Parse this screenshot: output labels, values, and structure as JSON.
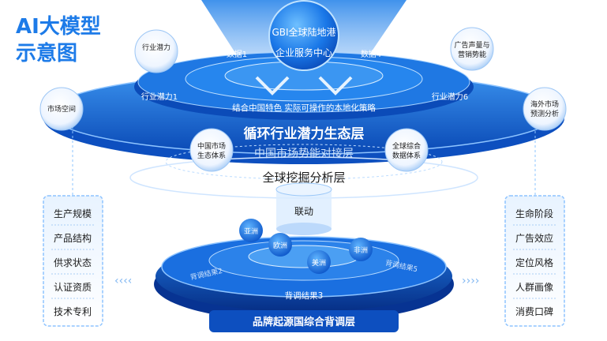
{
  "title": {
    "line1": "AI大模型",
    "line2": "示意图"
  },
  "center_badge": {
    "line1": "GBI全球陆地港",
    "line2": "企业服务中心"
  },
  "top_ring": {
    "data1": "数据1",
    "data4": "数据4",
    "potential1": "行业潜力1",
    "potential6": "行业潜力6",
    "strategy": "结合中国特色 实际可操作的本地化策略"
  },
  "layers": {
    "cycle": "循环行业潜力生态层",
    "docking": "中国市场势能对接层",
    "mining": "全球挖掘分析层",
    "link": "联动",
    "brand": "品牌起源国综合背调层"
  },
  "bubbles": {
    "industry_potential": "行业潜力",
    "ad_volume_line1": "广告声量与",
    "ad_volume_line2": "营销势能",
    "market_space": "市场空间",
    "overseas_line1": "海外市场",
    "overseas_line2": "预测分析",
    "cn_eco_line1": "中国市场",
    "cn_eco_line2": "生态体系",
    "global_data_line1": "全球综合",
    "global_data_line2": "数据体系"
  },
  "continents": [
    "亚洲",
    "欧洲",
    "美洲",
    "非洲"
  ],
  "results": {
    "r2": "背调结果2",
    "r3": "背调结果3",
    "r5": "背调结果5"
  },
  "left_list": [
    "生产规模",
    "产品结构",
    "供求状态",
    "认证资质",
    "技术专利"
  ],
  "right_list": [
    "生命阶段",
    "广告效应",
    "定位风格",
    "人群画像",
    "消费口碑"
  ],
  "colors": {
    "primary": "#1a6fe0",
    "dark": "#0a3fa8",
    "light": "#cfe3fb",
    "title": "#1d7be8"
  }
}
